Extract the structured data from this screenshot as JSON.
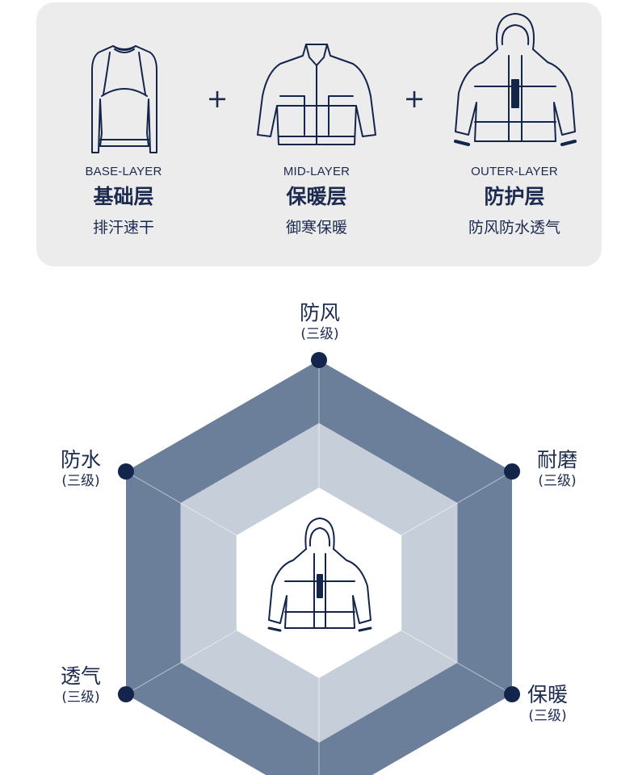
{
  "layers": [
    {
      "en": "BASE-LAYER",
      "cn": "基础层",
      "sub": "排汗速干",
      "icon": "base-layer-shirt-icon"
    },
    {
      "en": "MID-LAYER",
      "cn": "保暖层",
      "sub": "御寒保暖",
      "icon": "mid-layer-jacket-icon"
    },
    {
      "en": "OUTER-LAYER",
      "cn": "防护层",
      "sub": "防风防水透气",
      "icon": "outer-layer-hooded-jacket-icon"
    }
  ],
  "plus_symbol": "+",
  "radar": {
    "center_icon": "hooded-jacket-icon",
    "axes": [
      {
        "name": "防风",
        "level": "(三级)"
      },
      {
        "name": "耐磨",
        "level": "(三级)"
      },
      {
        "name": "保暖",
        "level": "(三级)"
      },
      {
        "name": "透气",
        "level": "(三级)"
      },
      {
        "name": "防水",
        "level": "(三级)"
      }
    ],
    "colors": {
      "outer": "#6b7f9a",
      "middle": "#c6ced9",
      "inner": "#ffffff",
      "dot": "#14254b",
      "line": "#14254b"
    }
  }
}
